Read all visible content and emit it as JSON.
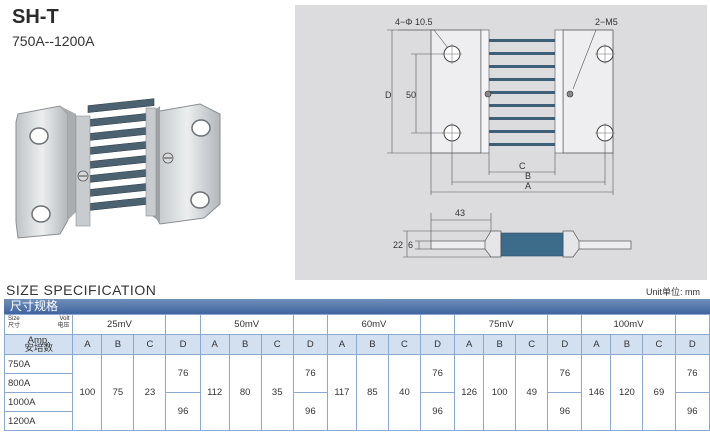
{
  "product": {
    "model": "SH-T",
    "current_range": "750A--1200A"
  },
  "drawing": {
    "hole_label": "4−Φ 10.5",
    "thread_label": "2−M5",
    "dim_d": "D",
    "dim_50": "50",
    "dim_c": "C",
    "dim_b": "B",
    "dim_a": "A",
    "dim_43": "43",
    "dim_22": "22",
    "dim_6": "6"
  },
  "spec": {
    "heading": "SIZE SPECIFICATION",
    "unit": "Unit单位: mm",
    "zh_heading": "尺寸规格",
    "corner_size": "Size\n尺寸",
    "corner_volt": "Volt\n电压",
    "amp_label": "Amp.\n安培数",
    "col_a": "A",
    "col_b": "B",
    "col_c": "C",
    "col_d": "D",
    "amps": [
      "750A",
      "800A",
      "1000A",
      "1200A"
    ],
    "groups": [
      {
        "voltage": "25mV",
        "a": "100",
        "b": "75",
        "c": "23",
        "d1": "76",
        "d2": "96"
      },
      {
        "voltage": "50mV",
        "a": "112",
        "b": "80",
        "c": "35",
        "d1": "76",
        "d2": "96"
      },
      {
        "voltage": "60mV",
        "a": "117",
        "b": "85",
        "c": "40",
        "d1": "76",
        "d2": "96"
      },
      {
        "voltage": "75mV",
        "a": "126",
        "b": "100",
        "c": "49",
        "d1": "76",
        "d2": "96"
      },
      {
        "voltage": "100mV",
        "a": "146",
        "b": "120",
        "c": "69",
        "d1": "76",
        "d2": "96"
      }
    ]
  },
  "colors": {
    "accent_bar": "#3f64a0",
    "table_border": "#8aa8d0",
    "header_fill": "#d3e0f0",
    "resistor_blue": "#3d6b8a",
    "drawing_bg": "#dcdcdf"
  }
}
